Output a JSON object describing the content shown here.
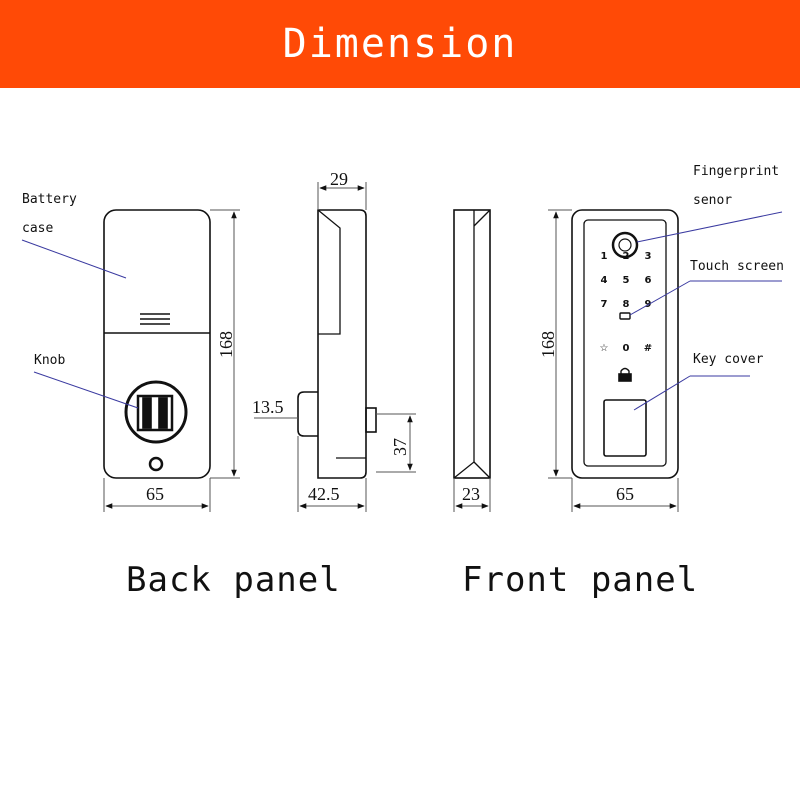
{
  "banner": {
    "title": "Dimension",
    "color": "#ff4a06"
  },
  "labels": {
    "battery_case_line1": "Battery",
    "battery_case_line2": "case",
    "knob": "Knob",
    "fingerprint_line1": "Fingerprint",
    "fingerprint_line2": "senor",
    "touch_screen": "Touch screen",
    "key_cover": "Key cover"
  },
  "dimensions": {
    "back_width": "65",
    "back_height": "168",
    "side_depth_top": "29",
    "knob_depth": "13.5",
    "side_depth_bottom": "42.5",
    "latch_height": "37",
    "front_side_depth": "23",
    "front_height": "168",
    "front_width": "65"
  },
  "keypad": [
    "1",
    "2",
    "3",
    "4",
    "5",
    "6",
    "7",
    "8",
    "9",
    "☆",
    "0",
    "#"
  ],
  "captions": {
    "back": "Back panel",
    "front": "Front panel"
  },
  "colors": {
    "label_line": "#3a3aa0"
  }
}
